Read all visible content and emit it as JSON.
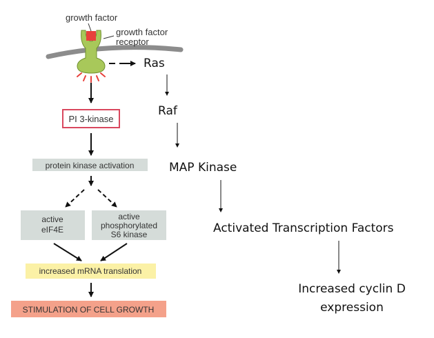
{
  "left_pathway": {
    "growth_factor": "growth factor",
    "receptor_line1": "growth factor",
    "receptor_line2": "receptor",
    "pi3k": "PI 3-kinase",
    "protein_kinase": "protein kinase activation",
    "eif4e_line1": "active",
    "eif4e_line2": "eIF4E",
    "s6_line1": "active",
    "s6_line2": "phosphorylated",
    "s6_line3": "S6 kinase",
    "translation": "increased mRNA translation",
    "stimulation": "STIMULATION OF CELL GROWTH"
  },
  "right_pathway": {
    "ras": "Ras",
    "raf": "Raf",
    "mapk": "MAP Kinase",
    "tf": "Activated Transcription Factors",
    "cyclin_line1": "Increased cyclin D",
    "cyclin_line2": "expression"
  },
  "colors": {
    "receptor_green": "#a8c85a",
    "ligand_red": "#e8413c",
    "membrane_gray": "#8c8c8c",
    "pi3k_border": "#d9475e",
    "gray_box": "#d5dcd9",
    "yellow_box": "#fbf1a6",
    "salmon_box": "#f4a18a"
  }
}
